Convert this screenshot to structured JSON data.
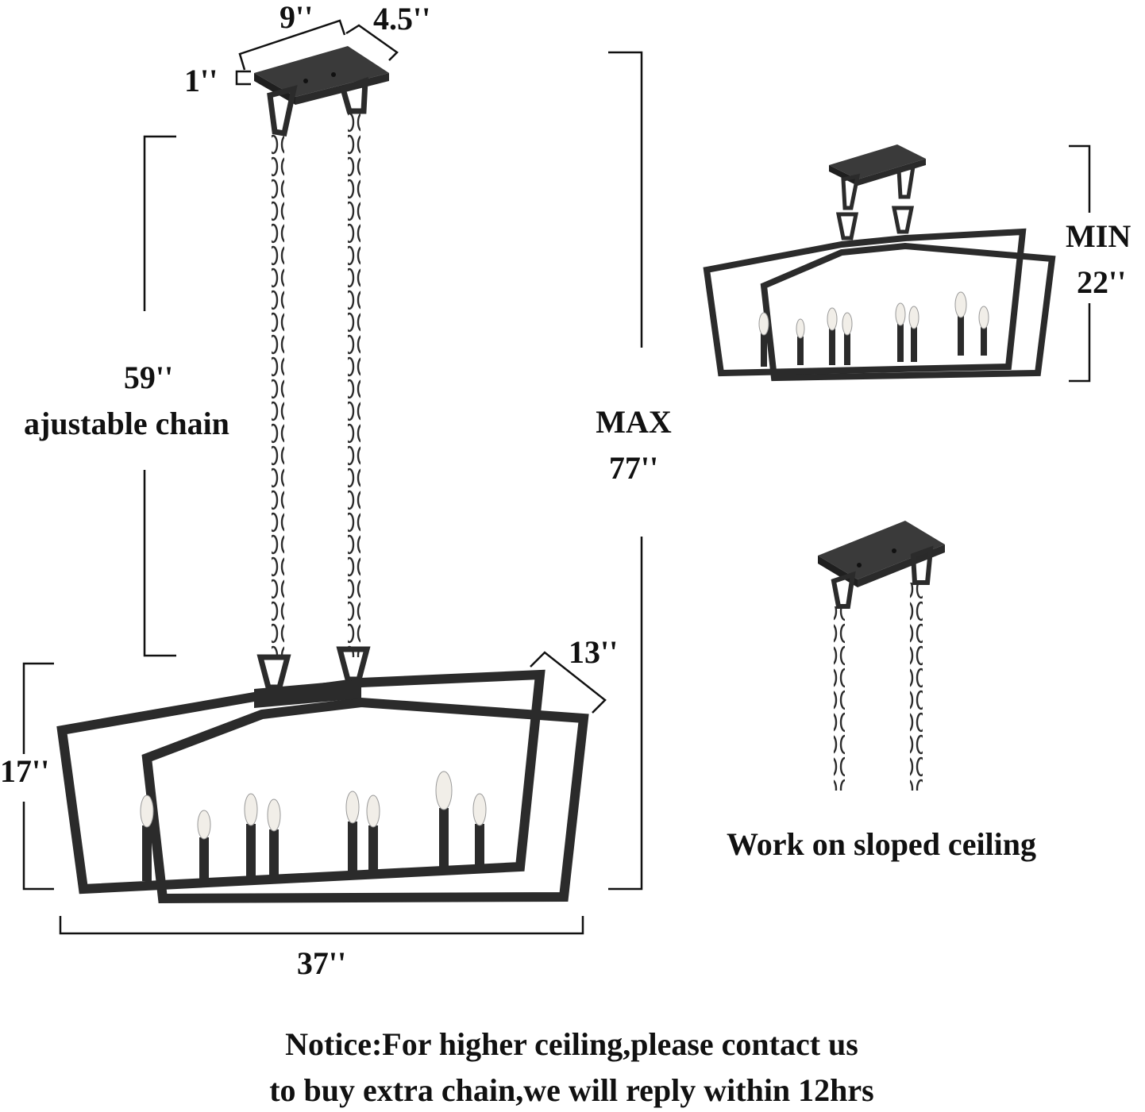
{
  "dimensions": {
    "canopy_length": "9''",
    "canopy_width": "4.5''",
    "canopy_height": "1''",
    "chain_length": "59''",
    "chain_caption": "ajustable chain",
    "max_label": "MAX",
    "max_height": "77''",
    "frame_depth": "13''",
    "frame_height": "17''",
    "frame_length": "37''",
    "min_label": "MIN",
    "min_height": "22''"
  },
  "captions": {
    "sloped": "Work on sloped ceiling",
    "notice_line1": "Notice:For higher ceiling,please contact us",
    "notice_line2": "to buy extra chain,we will reply within 12hrs"
  },
  "colors": {
    "metal": "#2b2b2b",
    "bulb_glass": "#f1eee8",
    "text": "#111111"
  }
}
